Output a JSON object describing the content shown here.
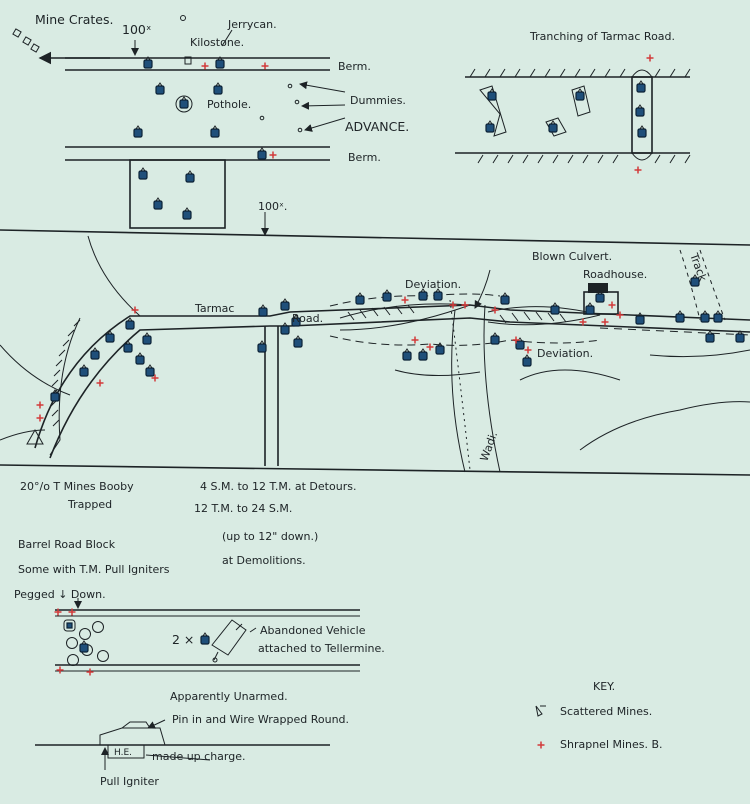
{
  "top_left": {
    "mine_crates": "Mine Crates.",
    "distance_top": "100ˣ",
    "jerrycan": "Jerrycan.",
    "kilostone": "Kilostone.",
    "berm_top": "Berm.",
    "pothole": "Pothole.",
    "dummies": "Dummies.",
    "advance": "ADVANCE.",
    "berm_bottom": "Berm.",
    "distance_bottom": "100ˣ."
  },
  "top_right": {
    "title": "Tranching of Tarmac Road."
  },
  "main_map": {
    "blown_culvert": "Blown Culvert.",
    "roadhouse": "Roadhouse.",
    "track": "Track",
    "deviation_top": "Deviation.",
    "deviation_bottom": "Deviation.",
    "tarmac": "Tarmac",
    "road": "Road.",
    "wadi": "Wadi."
  },
  "notes": {
    "booby_line1": "20°/o    T Mines Booby",
    "booby_line2": "Trapped",
    "sm_line1": "4 S.M.   to   12 T.M.   at   Detours.",
    "sm_line2": "12 T.M.   to   24 S.M.",
    "sm_line3": "(up   to   12\"   down.)",
    "sm_line4": "at  Demolitions.",
    "barrel_line1": "Barrel  Road  Block",
    "barrel_line2": "Some  with  T.M.  Pull  Igniters",
    "pegged": "Pegged ↓ Down."
  },
  "vehicle": {
    "count": "2 ×",
    "line1": "Abandoned  Vehicle",
    "line2": "attached  to  Tellermine."
  },
  "bottom": {
    "unarmed": "Apparently  Unarmed.",
    "pin_wire": "Pin  in  and  Wire  Wrapped  Round.",
    "he_label": "H.E.",
    "made_up": "made  up  charge.",
    "pull_igniter": "Pull  Igniter"
  },
  "key": {
    "title": "KEY.",
    "scattered": "Scattered  Mines.",
    "shrapnel": "Shrapnel  Mines.  B."
  },
  "colors": {
    "ink": "#1d2326",
    "mine": "#1f4f7a",
    "shrapnel": "#d23a3a",
    "paper": "#d9ebe3"
  },
  "icons": {
    "scattered_mine": "mine-icon",
    "shrapnel_mine": "cross-icon"
  }
}
